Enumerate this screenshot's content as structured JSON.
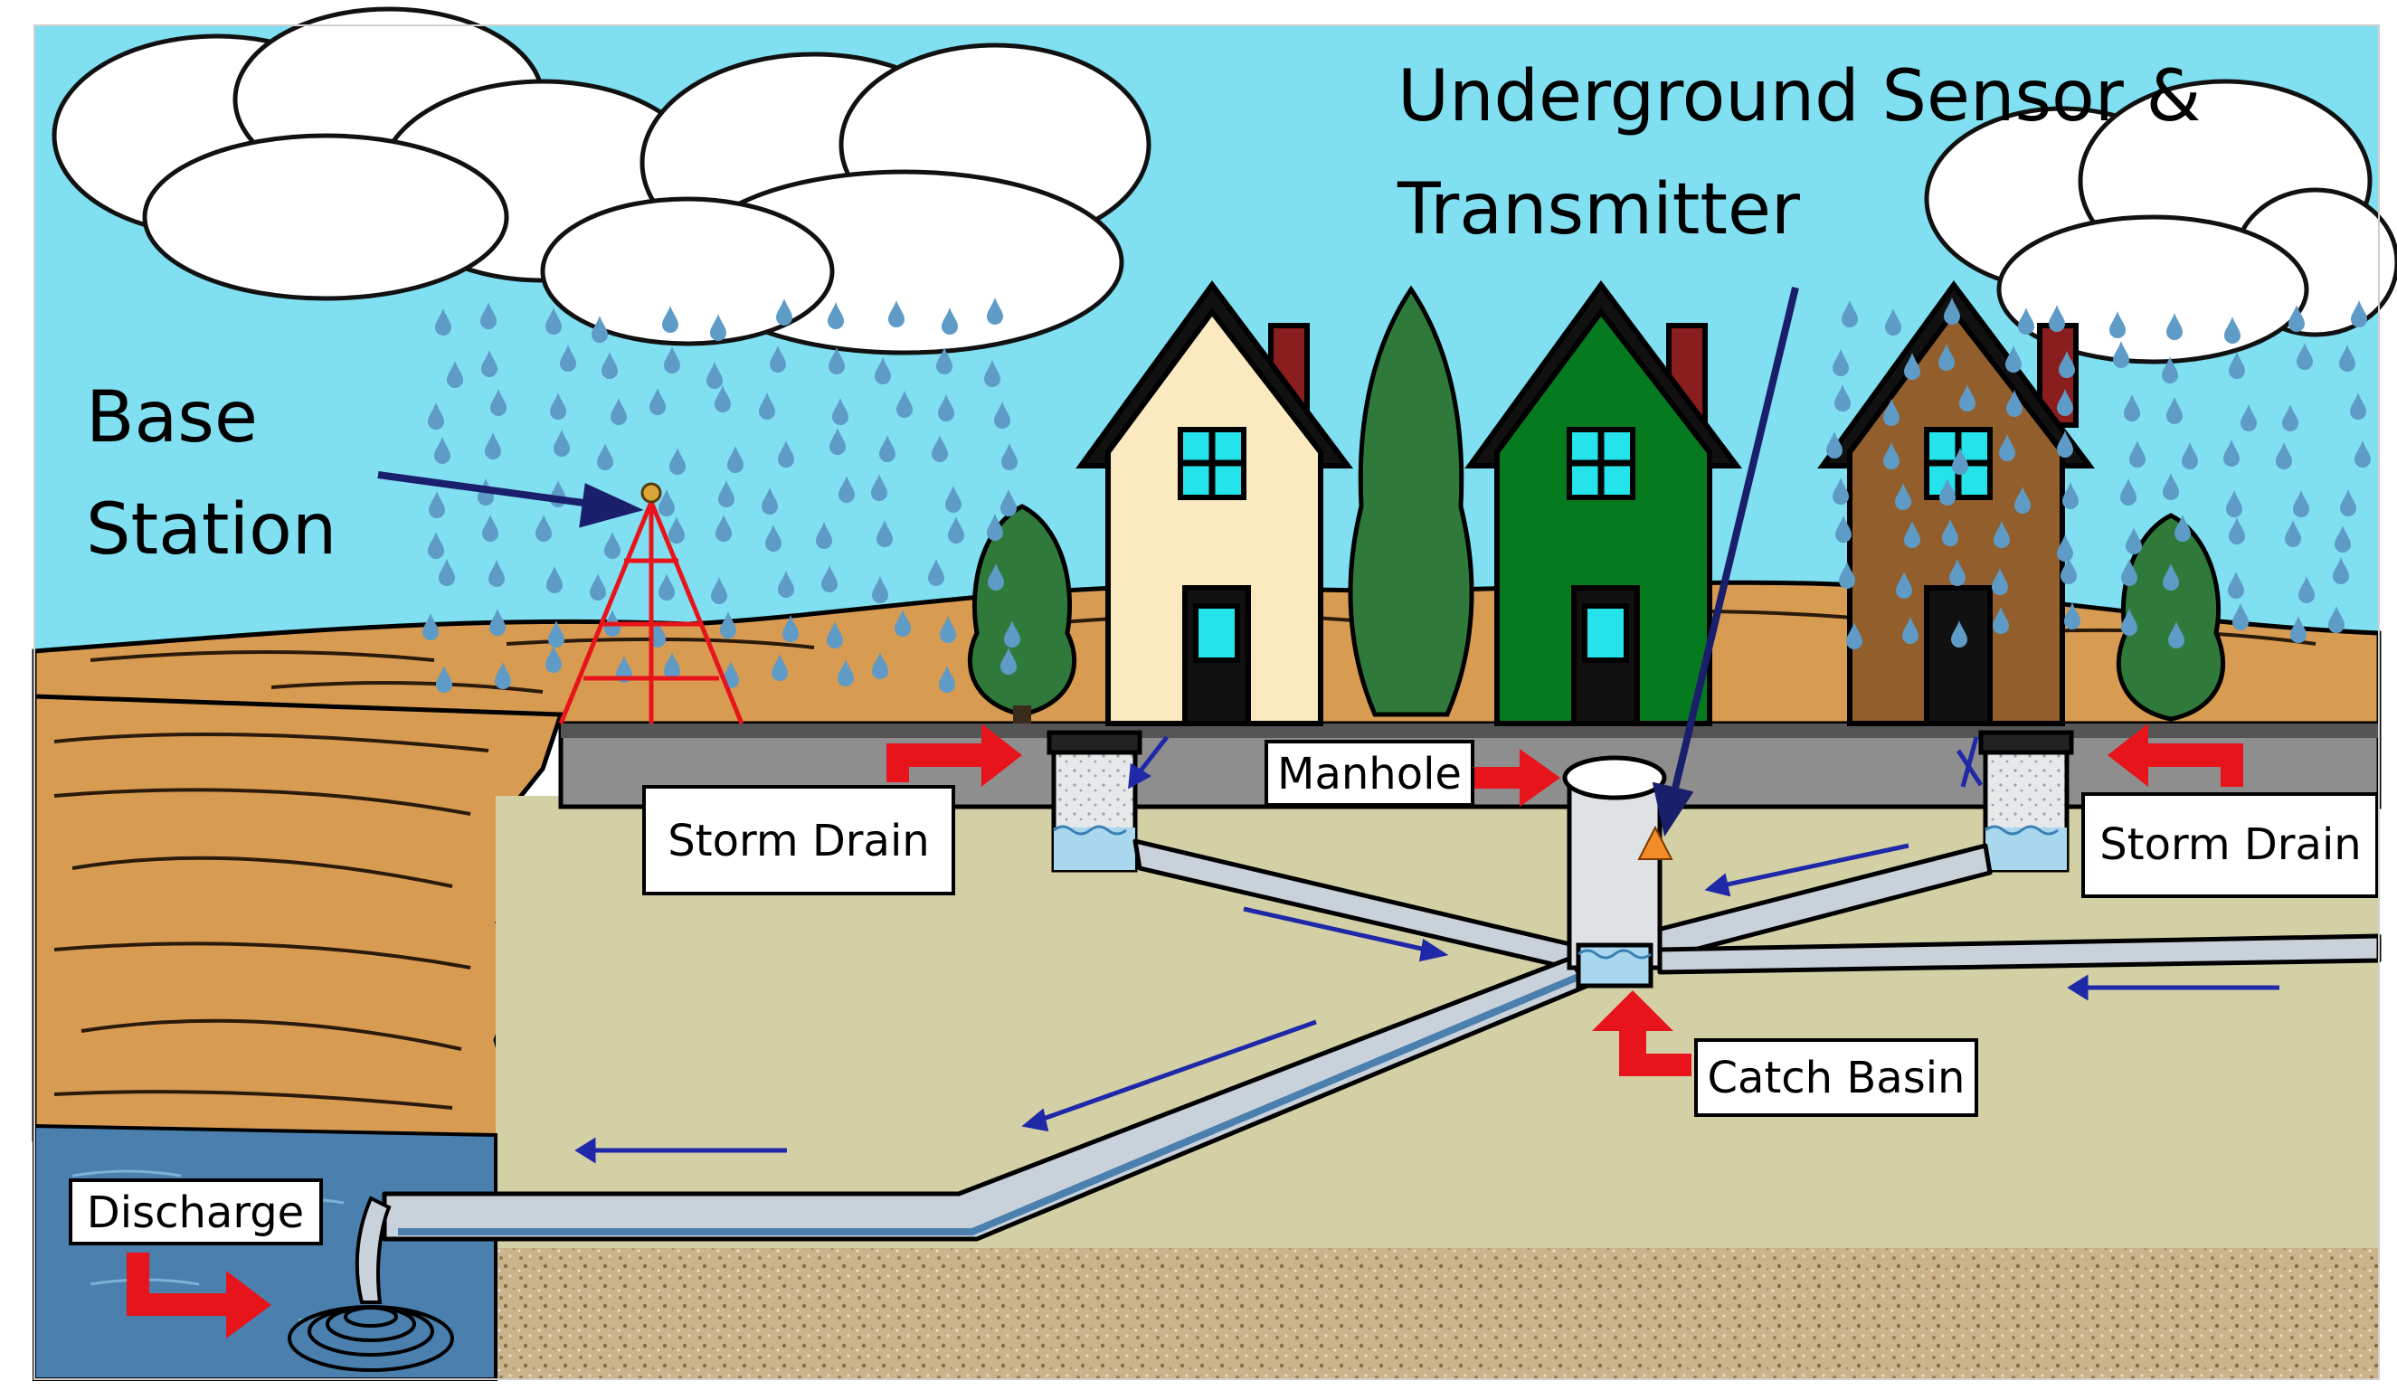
{
  "labels": {
    "base_station_line1": "Base",
    "base_station_line2": "Station",
    "sensor_line1": "Underground Sensor &",
    "sensor_line2": "Transmitter",
    "storm_drain_left": "Storm Drain",
    "manhole": "Manhole",
    "storm_drain_right": "Storm Drain",
    "catch_basin": "Catch Basin",
    "discharge": "Discharge"
  },
  "colors": {
    "sky": "#80dff0",
    "ground_brown": "#d79b52",
    "road": "#8e8e8e",
    "soil": "#d4d0a6",
    "gravel": "#cbb48c",
    "water": "#4a7fae",
    "pipe": "#c9d2da",
    "flow_arrow": "#e8141b",
    "direction_arrow": "#1f29a8",
    "house_cream": "#fbeac0",
    "house_green": "#067a1f",
    "house_brown": "#925e2c",
    "tree": "#2f7a3b",
    "rain": "#5e9bc7",
    "window": "#25e3ea"
  }
}
